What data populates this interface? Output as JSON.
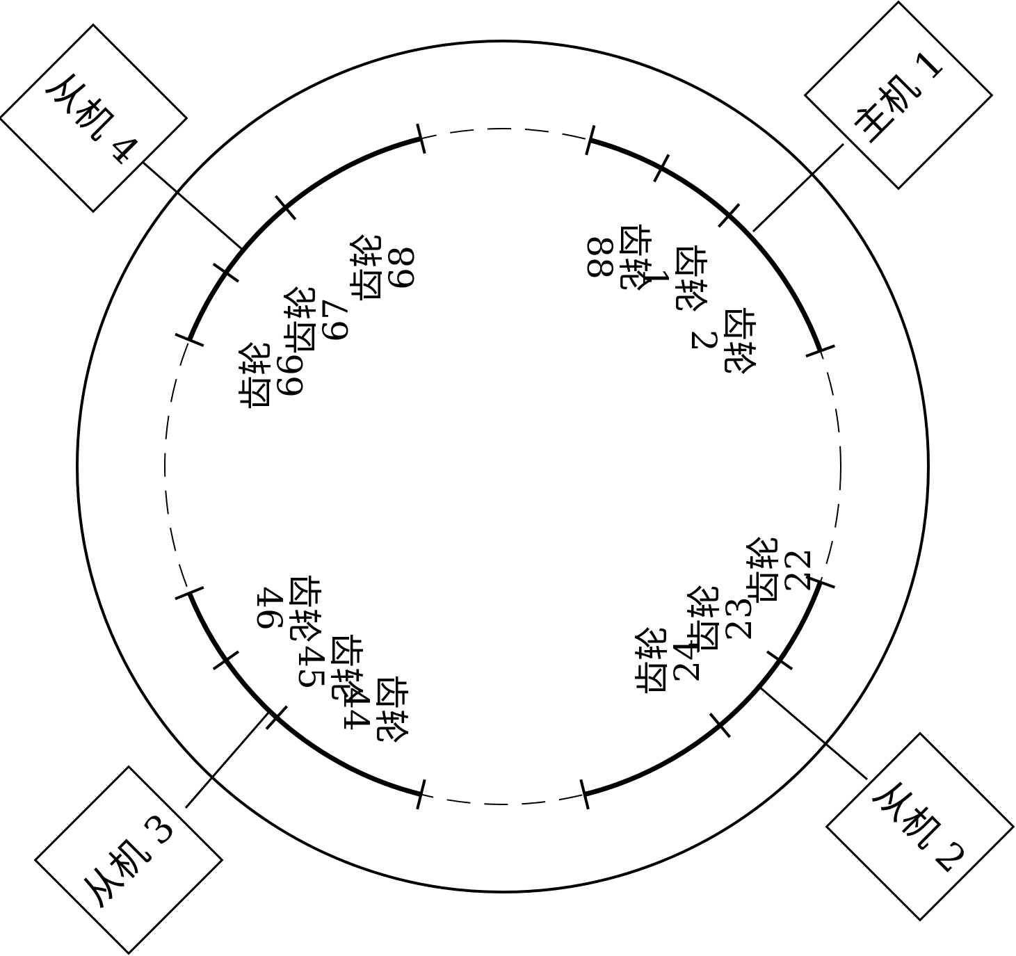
{
  "diagram": {
    "colors": {
      "stroke": "#000000",
      "background": "#ffffff"
    },
    "nodes": {
      "master1": {
        "label": "主机 1"
      },
      "slave2": {
        "label": "从机 2"
      },
      "slave3": {
        "label": "从机 3"
      },
      "slave4": {
        "label": "从机 4"
      }
    },
    "gears": {
      "g88": {
        "name": "齿轮",
        "num": "88"
      },
      "g1": {
        "name": "齿轮",
        "num": "1"
      },
      "g2": {
        "name": "齿轮",
        "num": "2"
      },
      "g22": {
        "name": "齿轮",
        "num": "22"
      },
      "g23": {
        "name": "齿轮",
        "num": "23"
      },
      "g24": {
        "name": "齿轮",
        "num": "24"
      },
      "g44": {
        "name": "齿轮",
        "num": "44"
      },
      "g45": {
        "name": "齿轮",
        "num": "45"
      },
      "g46": {
        "name": "齿轮",
        "num": "46"
      },
      "g66": {
        "name": "齿轮",
        "num": "66"
      },
      "g67": {
        "name": "齿轮",
        "num": "67"
      },
      "g68": {
        "name": "齿轮",
        "num": "68"
      }
    }
  }
}
